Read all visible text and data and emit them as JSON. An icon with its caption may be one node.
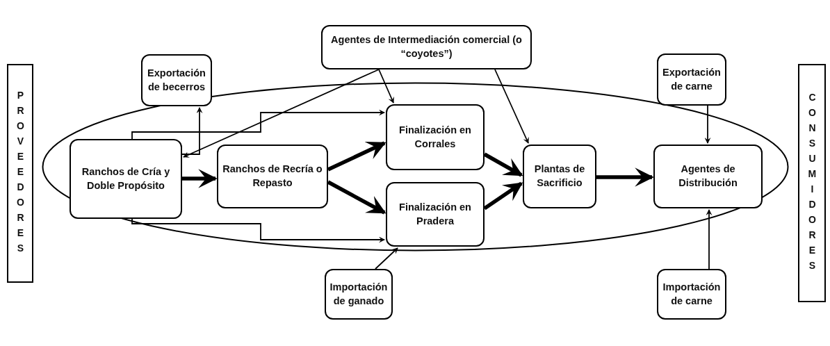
{
  "diagram": {
    "nodes": [
      {
        "text": [
          "PROVEEDORES"
        ]
      },
      {
        "text": [
          "Exportación de becerros"
        ]
      },
      {
        "text": [
          "Agentes de Intermediación comercial (o “coyotes”)"
        ]
      },
      {
        "text": [
          "Exportación de carne"
        ]
      },
      {
        "text": [
          "CONSUMIDORES"
        ]
      },
      {
        "text": [],
        "shape": "ellipse"
      },
      {
        "text": [
          "Ranchos de Cría y Doble Propósito"
        ],
        "in": 5
      },
      {
        "text": [
          "Ranchos de Recría o Repasto"
        ],
        "in": 5
      },
      {
        "text": [
          "Finalización en Corrales"
        ],
        "in": 5
      },
      {
        "text": [
          "Finalización en Pradera"
        ],
        "in": 5
      },
      {
        "text": [
          "Plantas de Sacrificio"
        ],
        "in": 5
      },
      {
        "text": [
          "Agentes de Distribución"
        ],
        "in": 5
      },
      {
        "text": [
          "Importación de ganado"
        ]
      },
      {
        "text": [
          "Importación de carne"
        ]
      }
    ],
    "edges": [
      {
        "from": 6,
        "to": 1,
        "arrow": "to"
      },
      {
        "from": 6,
        "to": 7,
        "arrow": "to",
        "style": "thick"
      },
      {
        "from": 6,
        "to": 8,
        "arrow": "to"
      },
      {
        "from": 6,
        "to": 9,
        "arrow": "to"
      },
      {
        "from": 7,
        "to": 8,
        "arrow": "to",
        "style": "thick"
      },
      {
        "from": 7,
        "to": 9,
        "arrow": "to",
        "style": "thick"
      },
      {
        "from": 8,
        "to": 10,
        "arrow": "to",
        "style": "thick"
      },
      {
        "from": 9,
        "to": 10,
        "arrow": "to",
        "style": "thick"
      },
      {
        "from": 10,
        "to": 11,
        "arrow": "to",
        "style": "thick"
      },
      {
        "from": 2,
        "to": 6,
        "arrow": "to"
      },
      {
        "from": 2,
        "to": 8,
        "arrow": "to"
      },
      {
        "from": 2,
        "to": 10,
        "arrow": "to"
      },
      {
        "from": 3,
        "to": 11,
        "arrow": "to"
      },
      {
        "from": 12,
        "to": 9,
        "arrow": "to"
      },
      {
        "from": 13,
        "to": 11,
        "arrow": "to"
      }
    ]
  }
}
